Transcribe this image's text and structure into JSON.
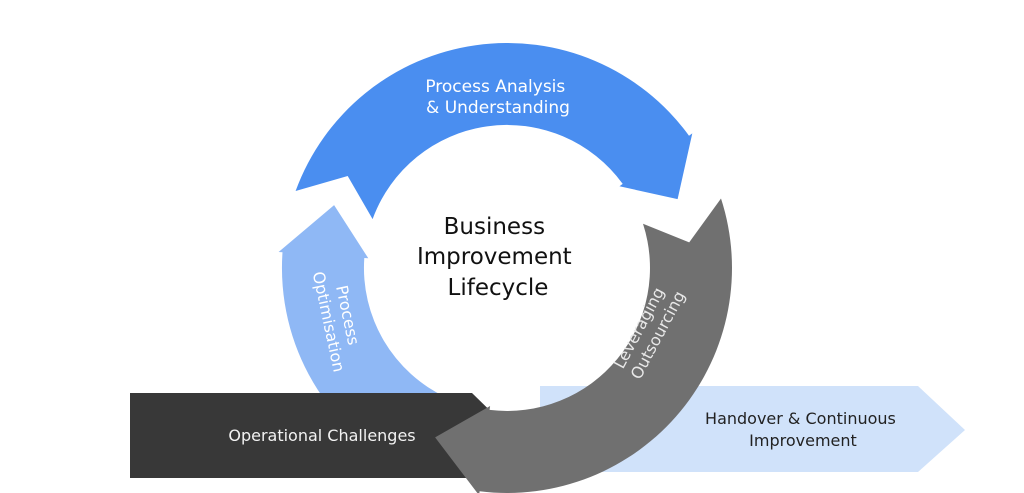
{
  "title": "Business Improvement Lifecycle",
  "center": {
    "lines": [
      "Business",
      "Improvement",
      "Lifecycle"
    ],
    "color": "#111111"
  },
  "stages": [
    {
      "id": "process-analysis",
      "lines": [
        "Process Analysis",
        "& Understanding"
      ],
      "color": "#4a8ef0",
      "text_color": "#ffffff"
    },
    {
      "id": "leveraging-outsourcing",
      "lines": [
        "Leveraging",
        "Outsourcing"
      ],
      "color": "#707070",
      "text_color": "#e8e8e8"
    },
    {
      "id": "process-optimisation",
      "lines": [
        "Process",
        "Optimisation"
      ],
      "color": "#8fb8f5",
      "text_color": "#ffffff"
    }
  ],
  "input_arrow": {
    "label": "Operational Challenges",
    "color": "#383838",
    "text_color": "#f2f2f2"
  },
  "output_arrow": {
    "lines": [
      "Handover & Continuous",
      "Improvement"
    ],
    "color": "#d0e2fa",
    "text_color": "#222222"
  }
}
